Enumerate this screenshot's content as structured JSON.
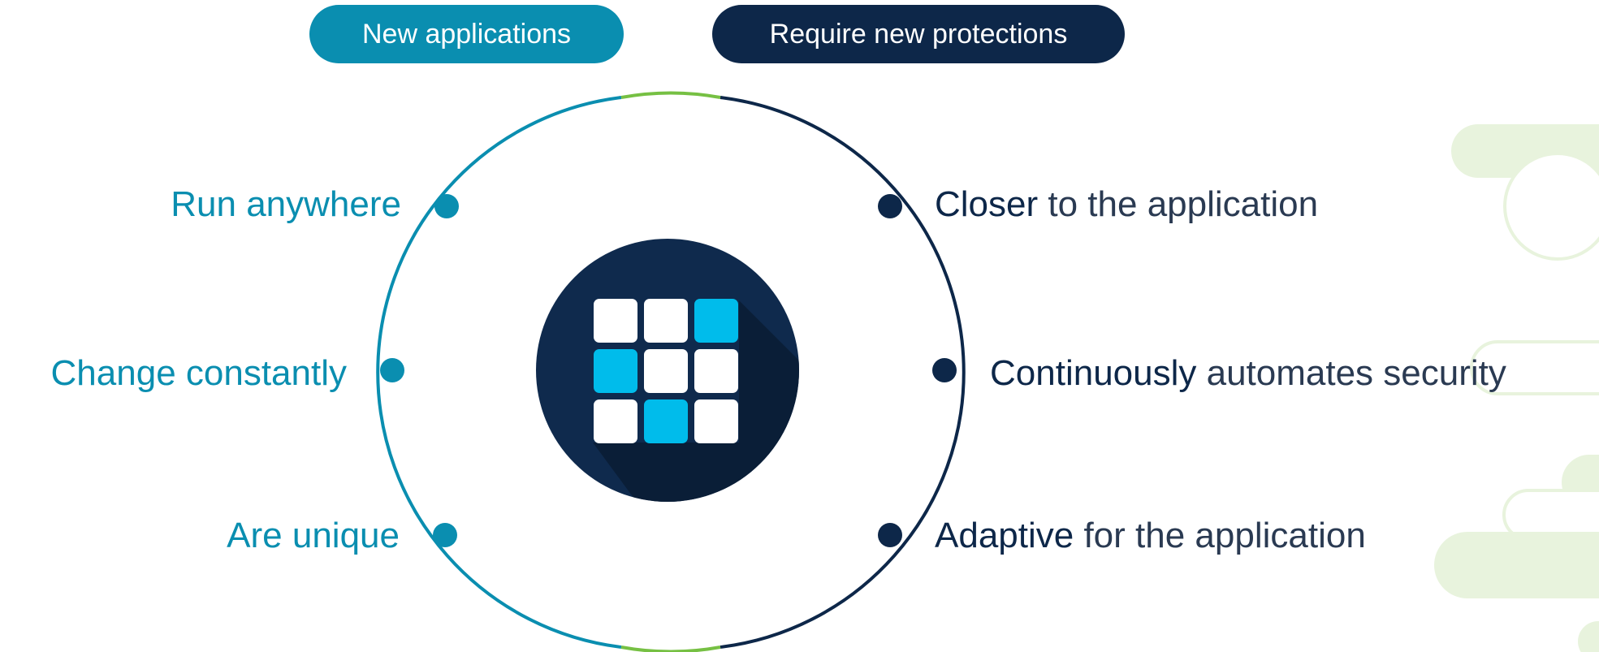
{
  "header": {
    "left_pill": "New applications",
    "right_pill": "Require new protections"
  },
  "left_items": [
    "Run anywhere",
    "Change constantly",
    "Are unique"
  ],
  "right_items": [
    {
      "strong": "Closer",
      "rest": " to the application"
    },
    {
      "strong": "Continuously",
      "rest": " automates security"
    },
    {
      "strong": "Adaptive",
      "rest": " for the application"
    }
  ],
  "center_grid": [
    [
      "white",
      "white",
      "cyan"
    ],
    [
      "cyan",
      "white",
      "white"
    ],
    [
      "white",
      "cyan",
      "white"
    ]
  ],
  "icons": {
    "center": "application-grid-icon"
  },
  "colors": {
    "teal": "#0a8eb0",
    "navy": "#0d2749",
    "green": "#76c043",
    "cyan": "#00bceb",
    "decor_green": "#e8f3dd"
  }
}
